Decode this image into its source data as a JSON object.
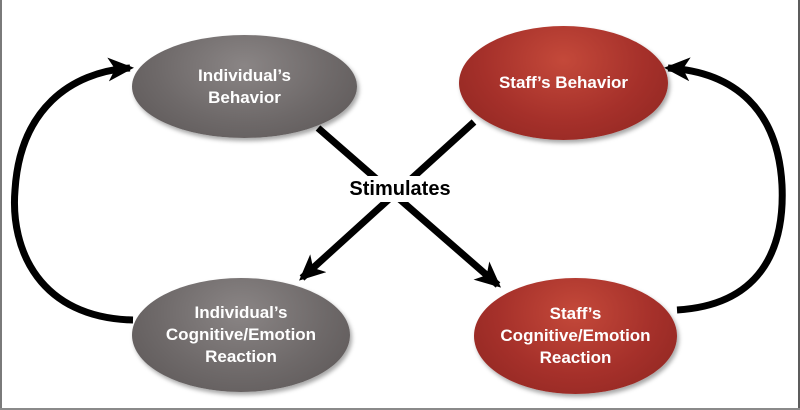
{
  "nodes": {
    "individual_behavior": "Individual’s\nBehavior",
    "staff_behavior": "Staff’s Behavior",
    "individual_reaction": "Individual’s\nCognitive/Emotion\nReaction",
    "staff_reaction": "Staff’s\nCognitive/Emotion\nReaction"
  },
  "center_label": "Stimulates",
  "colors": {
    "individual": "#6e6969",
    "staff": "#a5302a",
    "arrow": "#000000"
  }
}
